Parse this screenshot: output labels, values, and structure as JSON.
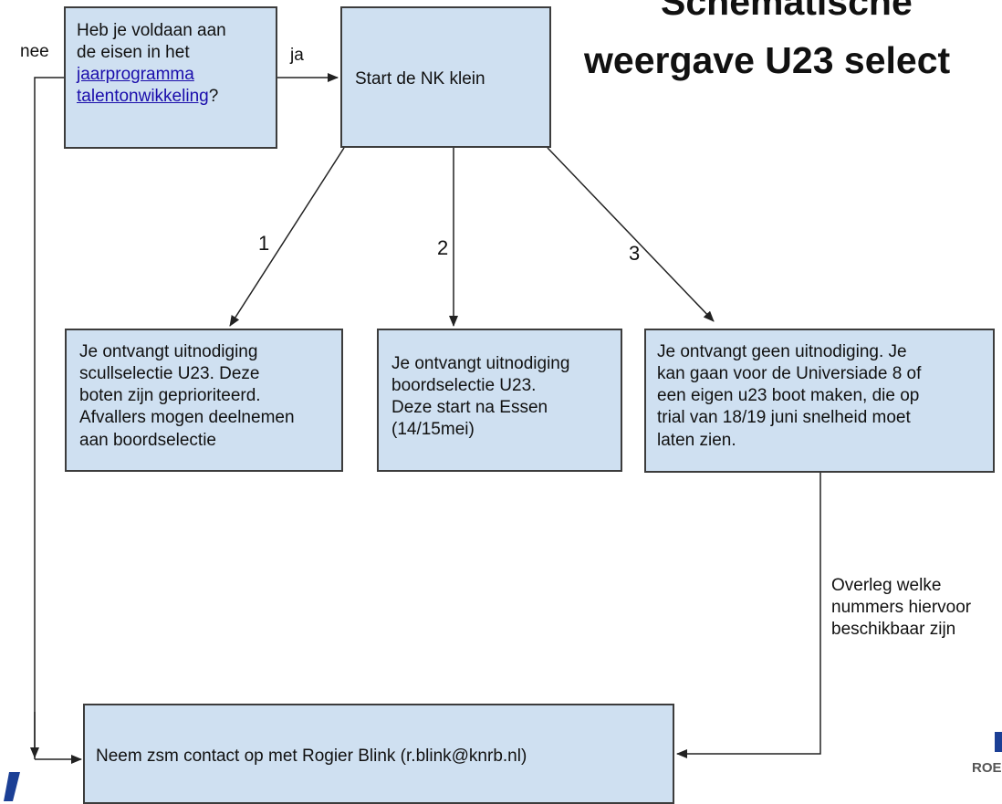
{
  "title": {
    "line1": "Schematische",
    "line2": "weergave U23 select"
  },
  "labels": {
    "nee": "nee",
    "ja": "ja",
    "route1": "1",
    "route2": "2",
    "route3": "3",
    "overleg": [
      "Overleg welke",
      "nummers hiervoor",
      "beschikbaar zijn"
    ]
  },
  "box_question": {
    "line1": "Heb je voldaan aan",
    "line2": "de eisen in het",
    "link1": "jaarprogramma",
    "link2": "talentonwikkeling",
    "suffix": "?"
  },
  "box_start": "Start de NK klein",
  "box_option1": [
    "Je ontvangt uitnodiging",
    "scullselectie U23. Deze",
    "boten zijn geprioriteerd.",
    "Afvallers mogen deelnemen",
    "aan boordselectie"
  ],
  "box_option2": [
    "Je ontvangt uitnodiging",
    "boordselectie U23.",
    "Deze start na Essen",
    "(14/15mei)"
  ],
  "box_option3": [
    "Je ontvangt geen uitnodiging. Je",
    "kan gaan voor de Universiade 8 of",
    "een eigen u23 boot maken, die op",
    "trial van 18/19 juni snelheid moet",
    "laten zien."
  ],
  "box_contact": "Neem zsm contact op met Rogier Blink (r.blink@knrb.nl)",
  "logo_fragment": "ROE",
  "colors": {
    "box_fill": "#cfe0f1",
    "box_border": "#3c3c3c",
    "link": "#1a0dab",
    "line": "#222222"
  }
}
